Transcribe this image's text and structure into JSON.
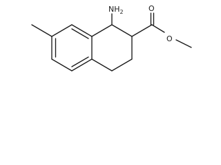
{
  "molecule": {
    "atom_labels": {
      "amine": "NH",
      "amine_subscript": "2",
      "carbonyl_oxygen": "O",
      "ester_oxygen": "O"
    }
  }
}
